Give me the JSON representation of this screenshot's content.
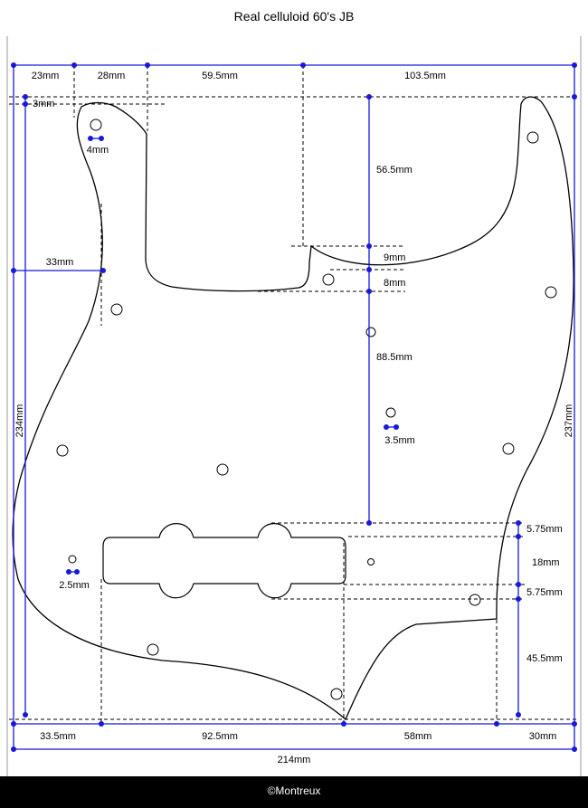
{
  "title": "Real celluloid 60's JB",
  "footer": "©Montreux",
  "colors": {
    "dimension": "#1818d8",
    "outline": "#000000",
    "guide": "#000000",
    "background": "#ffffff",
    "footer_bg": "#000000"
  },
  "dimensions": {
    "top_23": "23mm",
    "top_28": "28mm",
    "top_59_5": "59.5mm",
    "top_103_5": "103.5mm",
    "left_3": "3mm",
    "hole_4": "4mm",
    "horn_56_5": "56.5mm",
    "step_9": "9mm",
    "step_8": "8mm",
    "width_33": "33mm",
    "body_88_5": "88.5mm",
    "hole_3_5": "3.5mm",
    "height_234": "234mm",
    "height_237": "237mm",
    "pickup_5_75_top": "5.75mm",
    "pickup_18": "18mm",
    "pickup_5_75_bottom": "5.75mm",
    "hole_2_5": "2.5mm",
    "bottom_45_5": "45.5mm",
    "bottom_33_5": "33.5mm",
    "bottom_92_5": "92.5mm",
    "bottom_58": "58mm",
    "bottom_30": "30mm",
    "total_214": "214mm"
  }
}
